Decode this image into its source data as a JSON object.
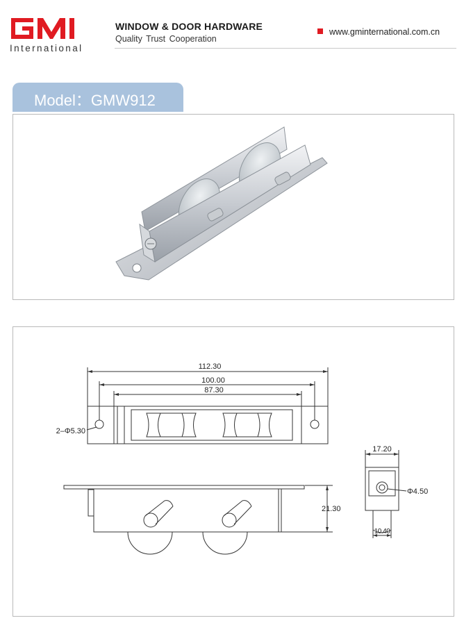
{
  "header": {
    "logo_mark": "GMI",
    "logo_word": "International",
    "title": "WINDOW & DOOR HARDWARE",
    "subtitle": "Quality  Trust  Cooperation",
    "website": "www.gminternational.com.cn",
    "accent_color": "#e01b22"
  },
  "model": {
    "label": "Model：GMW912",
    "tab_color": "#a9c2dd"
  },
  "drawing": {
    "dim_overall_length": "112.30",
    "dim_hole_pitch": "100.00",
    "dim_body_length": "87.30",
    "dim_holes": "2–Φ5.30",
    "dim_height": "21.30",
    "dim_width": "17.20",
    "dim_axle_dia": "Φ4.50",
    "dim_wheel_width": "10.40"
  }
}
